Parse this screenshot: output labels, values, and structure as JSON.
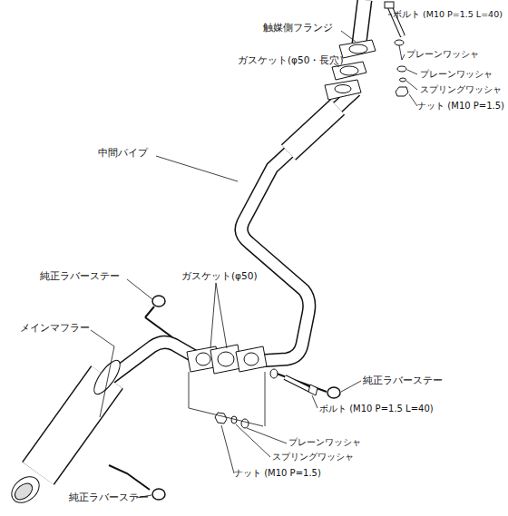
{
  "diagram": {
    "labels": [
      "触媒側フランジ",
      "ボルト (M10 P=1.5 L=40)",
      "ガスケット(φ50・長穴)",
      "プレーンワッシャ",
      "プレーンワッシャ",
      "スプリングワッシャ",
      "ナット (M10 P=1.5)",
      "中間パイプ",
      "純正ラバーステー",
      "ガスケット(φ50)",
      "メインマフラー",
      "純正ラバーステー",
      "ボルト (M10 P=1.5 L=40)",
      "プレーンワッシャ",
      "スプリングワッシャ",
      "ナット (M10 P=1.5)",
      "純正ラバーステー"
    ]
  }
}
